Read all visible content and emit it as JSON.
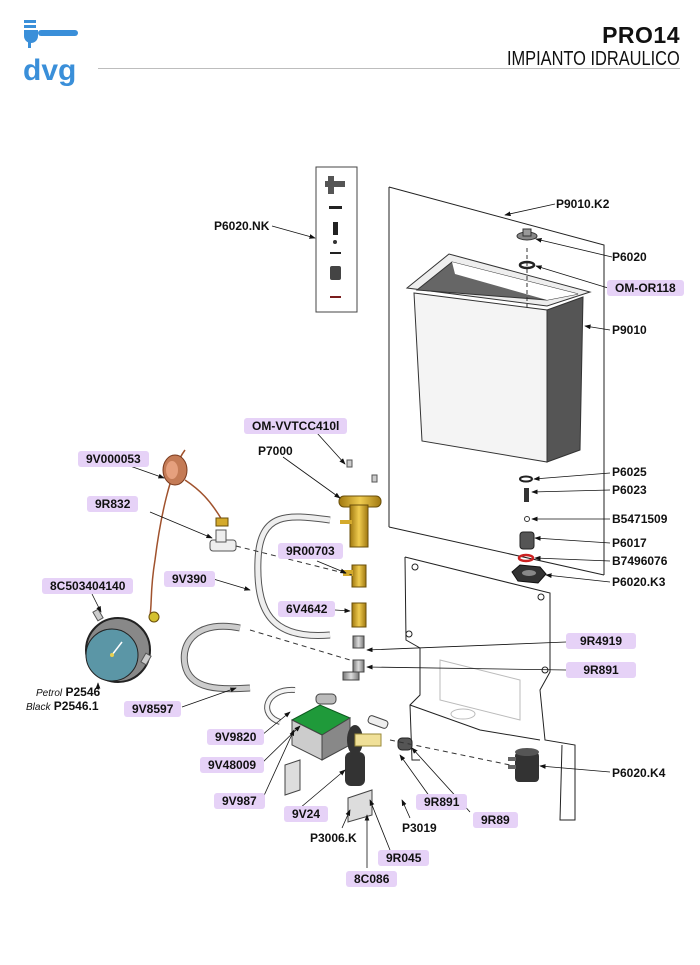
{
  "header": {
    "brand": "dvg",
    "title": "PRO14",
    "subtitle": "IMPIANTO IDRAULICO"
  },
  "colors": {
    "brand_blue": "#3a8fd9",
    "label_highlight": "#e6d2f7",
    "brass": "#d4aa2c",
    "copper": "#b5653e",
    "pump_green": "#1f9a3a",
    "gauge_face": "#5b96a6",
    "seal_red": "#b51f1f"
  },
  "labels": {
    "p6020nk": "P6020.NK",
    "p9010k2": "P9010.K2",
    "p6020": "P6020",
    "omor118": "OM-OR118",
    "p9010": "P9010",
    "omvvtcc410l": "OM-VVTCC410l",
    "p7000": "P7000",
    "v000053": "9V000053",
    "r832": "9R832",
    "r00703": "9R00703",
    "v390": "9V390",
    "c503404140": "8C503404140",
    "v4642": "6V4642",
    "p6025": "P6025",
    "p6023": "P6023",
    "b5471509": "B5471509",
    "p6017": "P6017",
    "b7496076": "B7496076",
    "p6020k3": "P6020.K3",
    "r4919": "9R4919",
    "r891a": "9R891",
    "petrol_prefix": "Petrol",
    "p2546": "P2546",
    "black_prefix": "Black",
    "p25461": "P2546.1",
    "v8597": "9V8597",
    "v9820": "9V9820",
    "v48009": "9V48009",
    "v987": "9V987",
    "v24": "9V24",
    "r891b": "9R891",
    "p3019": "P3019",
    "r89": "9R89",
    "p6020k4": "P6020.K4",
    "p3006k": "P3006.K",
    "r045": "9R045",
    "c086": "8C086"
  }
}
